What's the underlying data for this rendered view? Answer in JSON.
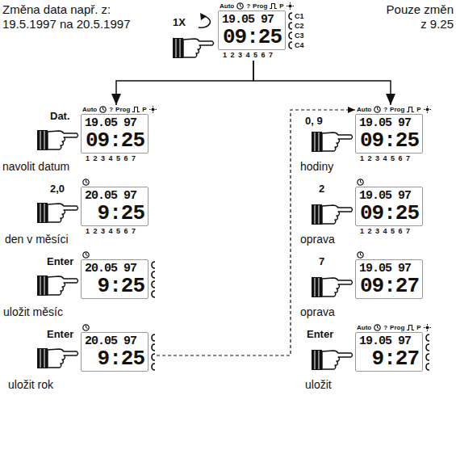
{
  "diagram": {
    "nodes": [
      {
        "text": [
          "Auto",
          "?",
          "Prog",
          "P",
          "19.05 97",
          "09:25",
          "C1",
          "C2",
          "C3",
          "C4",
          "1 2 3 4 5 6 7"
        ]
      },
      {
        "text": [
          "Auto",
          "?",
          "Prog",
          "P",
          "19.05 97",
          "09:25",
          "1 2 3 4 5 6 7"
        ]
      },
      {
        "text": [
          "20.05 97",
          "9:25",
          "1 2 3 4 5 6 7"
        ]
      },
      {
        "text": [
          "20.05 97",
          "9:25"
        ]
      },
      {
        "text": [
          "20.05 97",
          "9:25"
        ]
      },
      {
        "text": [
          "Auto",
          "?",
          "Prog",
          "P",
          "19.05 97",
          "09:25",
          "1 2 3 4 5 6 7"
        ]
      },
      {
        "text": [
          "19.05 97",
          "09:25",
          "1 2 3 4 5 6 7"
        ]
      },
      {
        "text": [
          "19.05 97",
          "09:27"
        ]
      },
      {
        "text": [
          "Auto",
          "?",
          "Prog",
          "P",
          "19.05 97",
          "9:27"
        ]
      }
    ],
    "edges": [
      {
        "from": 0,
        "to": 1,
        "arrow": "to"
      },
      {
        "from": 0,
        "to": 5,
        "arrow": "to"
      },
      {
        "from": 4,
        "to": 5,
        "arrow": "to"
      }
    ],
    "labels": [
      "Změna data např. z: 19.5.1997 na 20.5.1997",
      "Pouze změn z 9.25",
      "1X",
      "Dat.",
      "navolit datum",
      "2,0",
      "den v měsíci",
      "Enter",
      "uložit měsíc",
      "Enter",
      "uložit rok",
      "0, 9",
      "hodiny",
      "2",
      "oprava",
      "7",
      "oprava",
      "Enter",
      "uložit"
    ]
  }
}
